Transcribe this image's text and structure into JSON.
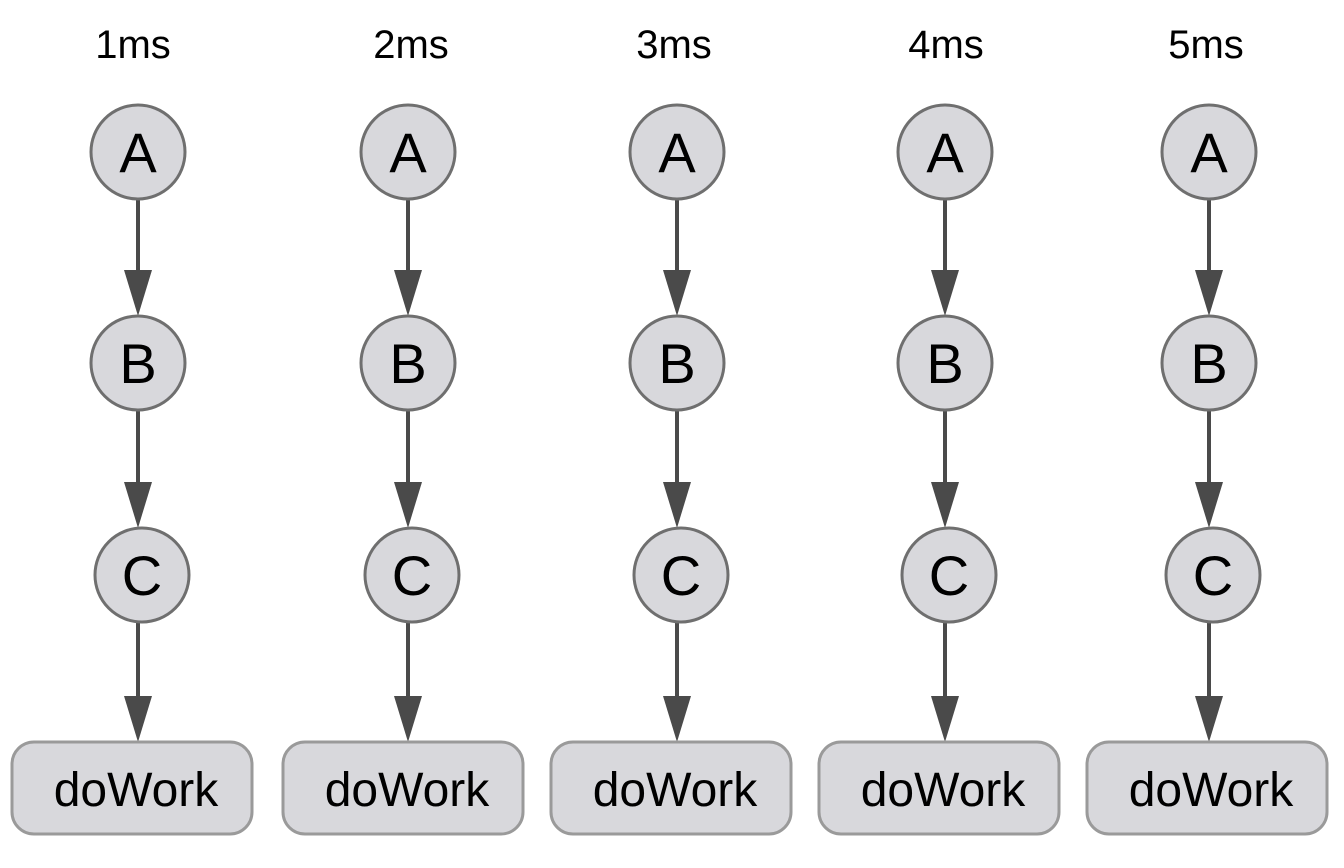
{
  "columns": [
    {
      "label": "1ms",
      "nodes": [
        "A",
        "B",
        "C"
      ],
      "box": "doWork"
    },
    {
      "label": "2ms",
      "nodes": [
        "A",
        "B",
        "C"
      ],
      "box": "doWork"
    },
    {
      "label": "3ms",
      "nodes": [
        "A",
        "B",
        "C"
      ],
      "box": "doWork"
    },
    {
      "label": "4ms",
      "nodes": [
        "A",
        "B",
        "C"
      ],
      "box": "doWork"
    },
    {
      "label": "5ms",
      "nodes": [
        "A",
        "B",
        "C"
      ],
      "box": "doWork"
    }
  ],
  "colors": {
    "node_fill": "#d8d8dc",
    "node_stroke": "#6f6f6f",
    "box_fill": "#d8d8dc",
    "box_stroke": "#9a9a9a",
    "edge": "#4a4a4a",
    "text": "#000000"
  }
}
